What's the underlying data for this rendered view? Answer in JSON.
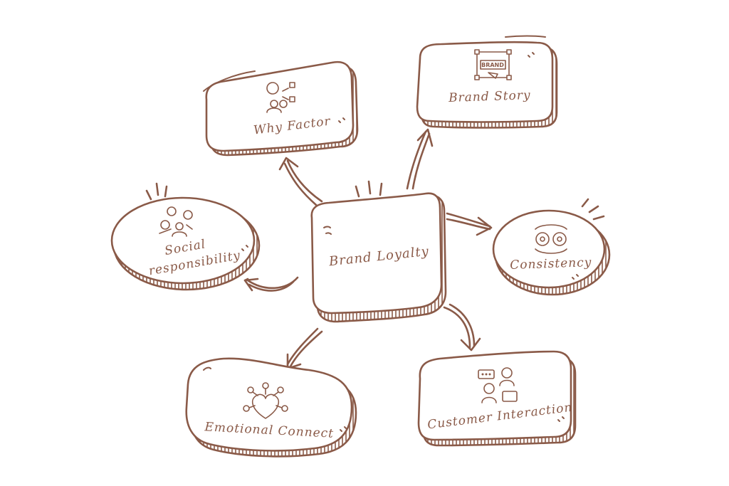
{
  "colors": {
    "stroke": "#8a5a48",
    "background": "#ffffff",
    "fill": "#ffffff"
  },
  "center": {
    "label": "Brand Loyalty"
  },
  "nodes": [
    {
      "id": "why-factor",
      "label": "Why Factor",
      "icon": "question-decision-icon"
    },
    {
      "id": "brand-story",
      "label": "Brand Story",
      "icon": "brand-frame-icon",
      "icon_text": "BRAND"
    },
    {
      "id": "social-responsibility",
      "label_lines": [
        "Social",
        "responsibility"
      ],
      "icon": "people-community-icon"
    },
    {
      "id": "consistency",
      "label": "Consistency",
      "icon": "gears-cycle-icon"
    },
    {
      "id": "emotional-connect",
      "label": "Emotional Connect",
      "icon": "heart-network-icon"
    },
    {
      "id": "customer-interaction",
      "label": "Customer Interaction",
      "icon": "chat-people-icon"
    }
  ]
}
